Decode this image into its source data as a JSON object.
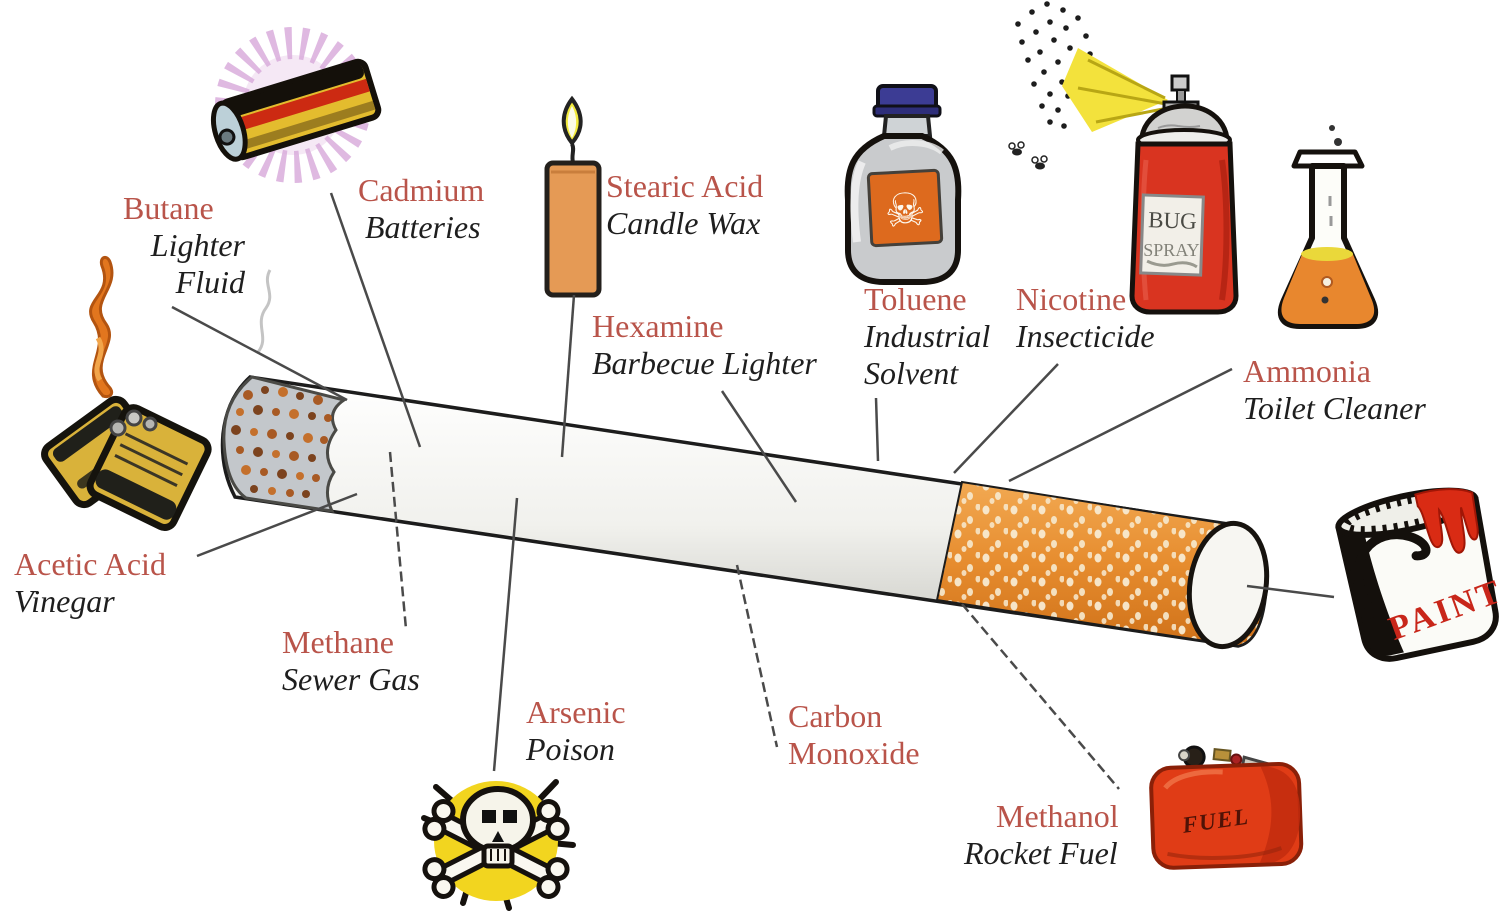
{
  "diagram": {
    "subject": "cigarette-ingredients",
    "labels": {
      "butane": {
        "chemical": "Butane",
        "common": "Lighter\nFluid"
      },
      "cadmium": {
        "chemical": "Cadmium",
        "common": "Batteries"
      },
      "stearic_acid": {
        "chemical": "Stearic Acid",
        "common": "Candle Wax"
      },
      "hexamine": {
        "chemical": "Hexamine",
        "common": "Barbecue Lighter"
      },
      "toluene": {
        "chemical": "Toluene",
        "common": "Industrial\nSolvent"
      },
      "nicotine": {
        "chemical": "Nicotine",
        "common": "Insecticide"
      },
      "ammonia": {
        "chemical": "Ammonia",
        "common": "Toilet Cleaner"
      },
      "acetic_acid": {
        "chemical": "Acetic Acid",
        "common": "Vinegar"
      },
      "methane": {
        "chemical": "Methane",
        "common": "Sewer Gas"
      },
      "arsenic": {
        "chemical": "Arsenic",
        "common": "Poison"
      },
      "carbon_monoxide": {
        "chemical": "Carbon\nMonoxide",
        "common": ""
      },
      "methanol": {
        "chemical": "Methanol",
        "common": "Rocket Fuel"
      }
    },
    "object_texts": {
      "bug_spray_line1": "BUG",
      "bug_spray_line2": "SPRAY",
      "paint_can": "PAINT",
      "fuel_can": "FUEL"
    },
    "colors": {
      "background": "#ffffff",
      "chemical_text": "#b9544a",
      "common_text": "#1e1e1e",
      "cigarette_paper": "#f1f1ed",
      "cigarette_filter": "#e68c2e",
      "ember_spot": "#a85a24",
      "spray_can_red": "#d93420",
      "paint_red": "#d92b14",
      "fuel_can_red": "#e03c16",
      "skull_burst_yellow": "#f2d51f",
      "flame_orange": "#e2761e",
      "battery_glow": "#d7a7d9",
      "connector_line": "#4a4a4a"
    }
  }
}
